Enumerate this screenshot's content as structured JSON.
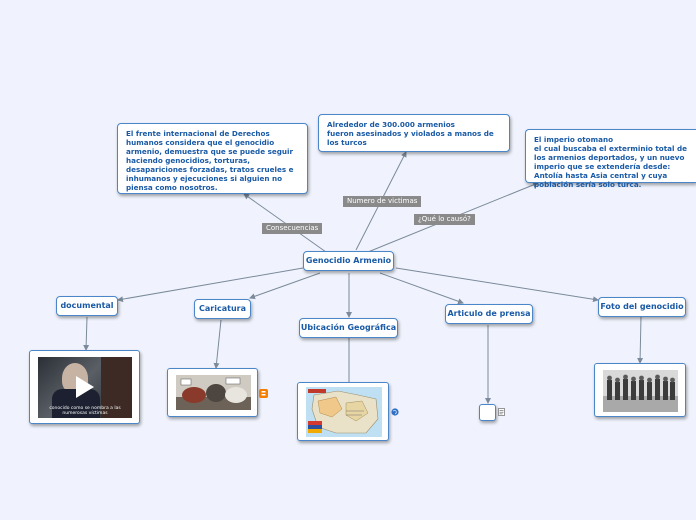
{
  "center": "Genocidio Armenio",
  "nodes": {
    "consecuencias": "El frente internacional de Derechos humanos considera que el genocidio armenio, demuestra que se puede seguir haciendo genocidios, torturas, desapariciones forzadas, tratos crueles e inhumanos y ejecuciones si alguien no piensa como nosotros.",
    "victimas_line1": "Alrededor de 300.000 armenios",
    "victimas_line2": "fueron asesinados y violados a manos de los turcos",
    "causa_line1": "El imperio otomano",
    "causa_line2": "el cual buscaba el exterminio total de los armenios deportados, y un nuevo imperio que se extendería desde: Antolía hasta Asia central y cuya población sería solo turca.",
    "documental": "documental",
    "caricatura": "Caricatura",
    "ubicacion": "Ubicación Geográfica",
    "articulo": "Articulo de prensa",
    "foto": "Foto del genocidio"
  },
  "tags": {
    "consecuencias": "Consecuencias",
    "victimas": "Numero de victimas",
    "causa": "¿Qué lo causó?"
  },
  "video_caption": "conocido como se nombra a las numerosas víctimas",
  "colors": {
    "node_border": "#4a86c8",
    "node_text": "#1a5aa6",
    "link": "#7a8a9a",
    "background": "#f0f3fd"
  }
}
